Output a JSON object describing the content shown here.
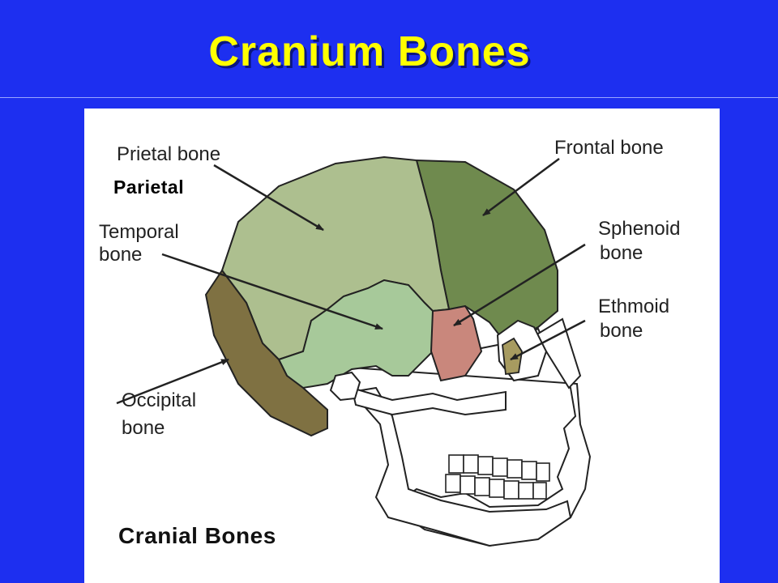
{
  "title": "Cranium Bones",
  "figure": {
    "overlay_label": "Parietal",
    "caption": "Cranial Bones",
    "labels": {
      "parietal": "Prietal bone",
      "frontal": "Frontal bone",
      "temporal_line1": "Temporal",
      "temporal_line2": "bone",
      "sphenoid_line1": "Sphenoid",
      "sphenoid_line2": "bone",
      "ethmoid_line1": "Ethmoid",
      "ethmoid_line2": "bone",
      "occipital_line1": "Occipital",
      "occipital_line2": "bone"
    }
  },
  "colors": {
    "background": "#1d2ff0",
    "title": "#ffff00",
    "parietal": "#adbf8f",
    "frontal": "#6f8a4e",
    "temporal": "#a7c99a",
    "sphenoid": "#c9877c",
    "occipital": "#7f7142",
    "ethmoid": "#a79b60"
  }
}
